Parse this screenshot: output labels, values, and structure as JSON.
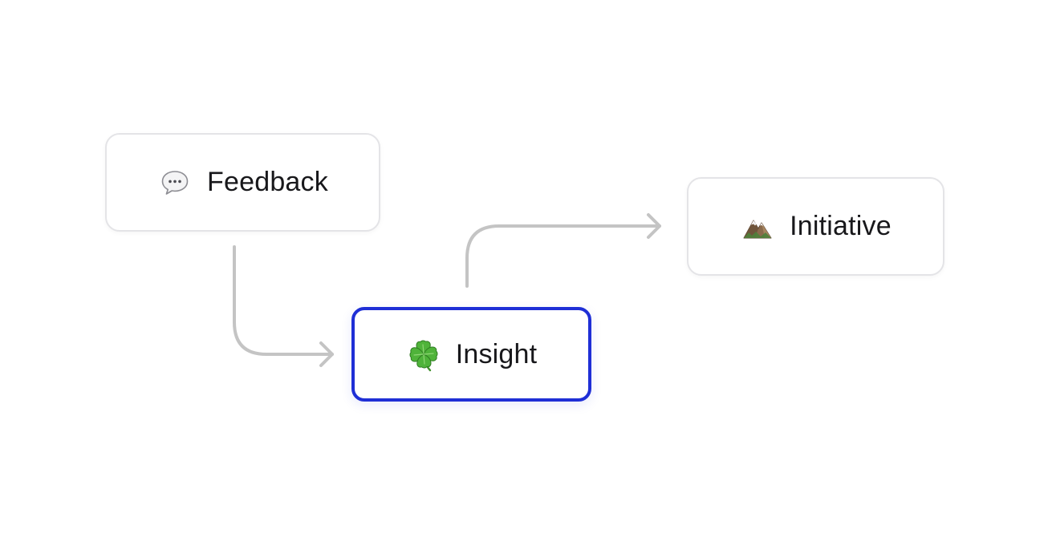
{
  "nodes": {
    "feedback": {
      "label": "Feedback",
      "icon": "speech-bubble-icon"
    },
    "insight": {
      "label": "Insight",
      "icon": "four-leaf-clover-icon",
      "selected": true
    },
    "initiative": {
      "label": "Initiative",
      "icon": "mountain-icon"
    }
  },
  "edges": [
    {
      "from": "Feedback",
      "to": "Insight"
    },
    {
      "from": "Insight",
      "to": "Initiative"
    }
  ],
  "colors": {
    "selected_border": "#1f2fd6",
    "node_border": "#e4e4e7",
    "connector": "#c4c4c4",
    "text": "#18181b"
  }
}
